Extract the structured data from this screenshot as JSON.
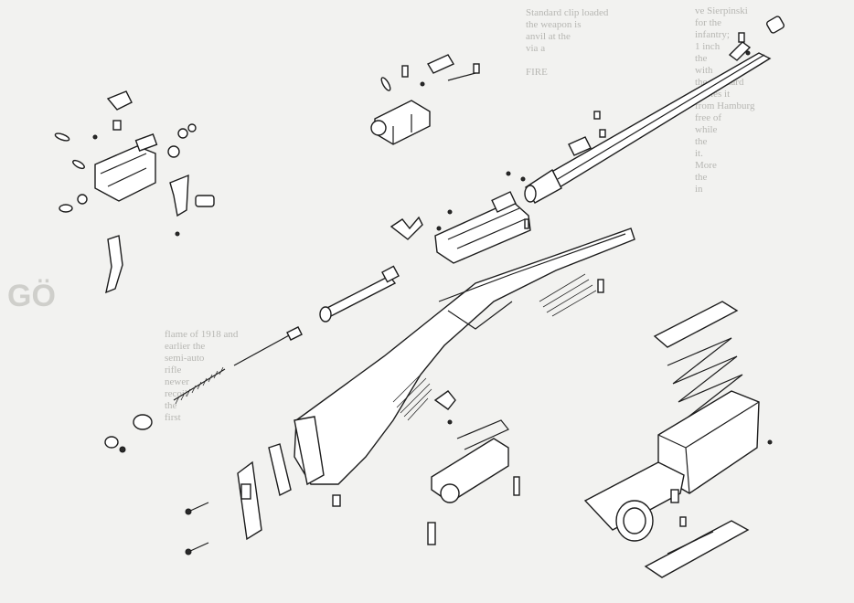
{
  "figure": {
    "kind": "exploded-parts-diagram",
    "line_color": "#1c1c1c",
    "paper_color": "#f2f2f0",
    "faded_text_color": "#b7b7b3"
  },
  "faded_text": {
    "right_column": "ve Sierpinski\nfor the\ninfantry;\n1 inch\nthe\nwith\nthe standard\ncarries it\nfrom Hamburg\nfree of\nwhile\nthe\nit.\nMore\nthe\nin",
    "center_column": "Standard clip loaded\nthe weapon is\nanvil at the\nvia a\n\nFIRE",
    "left_heading": "GÖ",
    "left_column": "flame of 1918 and\nearlier the\nsemi-auto\nrifle\nnewer\nrecoil\nthe\nfirst"
  }
}
